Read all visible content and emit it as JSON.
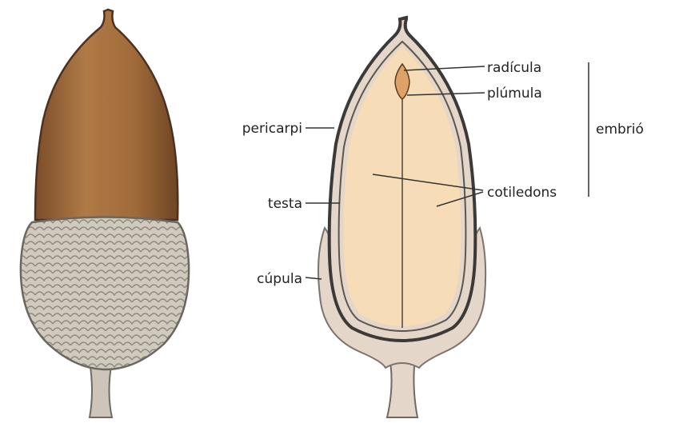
{
  "labels": {
    "radicula": "radícula",
    "plumula": "plúmula",
    "embrio": "embrió",
    "pericarpi": "pericarpi",
    "testa": "testa",
    "cotiledons": "cotiledons",
    "cupula": "cúpula"
  },
  "colors": {
    "shell": "#a9713f",
    "shell_dark": "#6e4524",
    "cup": "#cfc8bd",
    "cup_cross": "#e4d6c8",
    "seed": "#f6dcb7",
    "outline": "#3c3a38",
    "leader": "#333333"
  }
}
